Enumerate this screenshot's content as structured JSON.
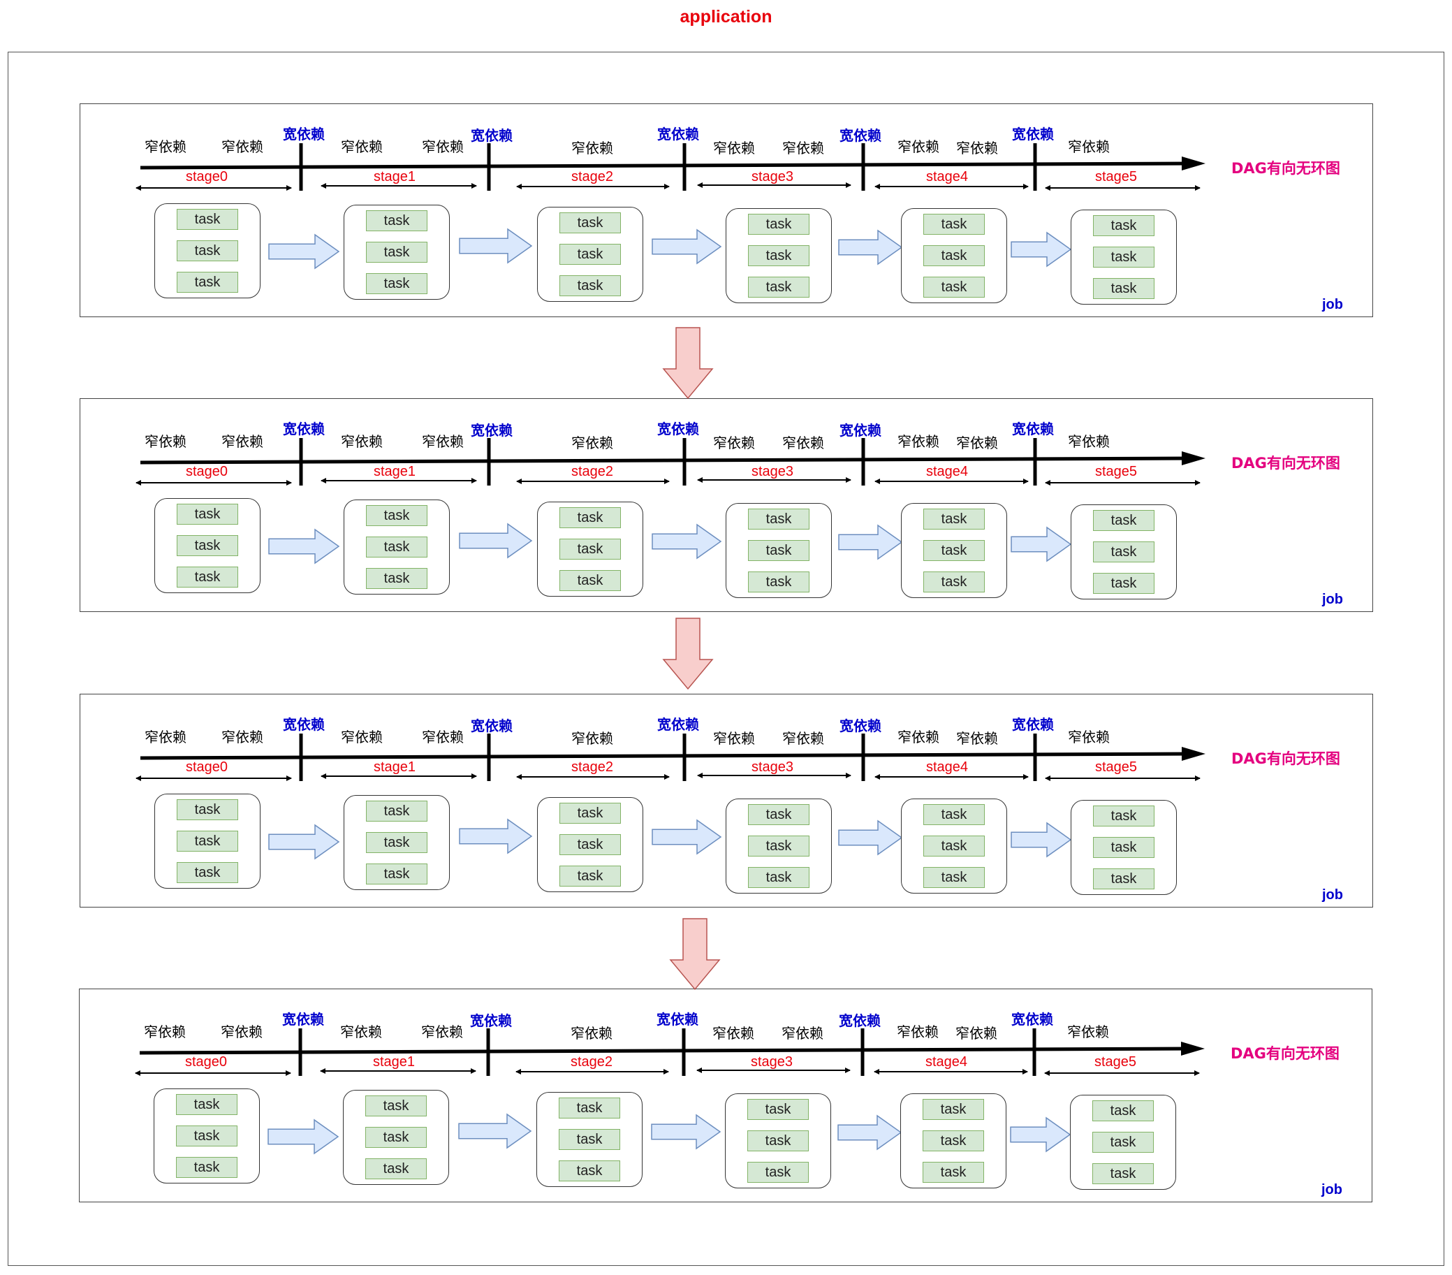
{
  "application_title": "application",
  "colors": {
    "application_title": "#e8000b",
    "wide_dependency": "#0000cc",
    "stage_label": "#e8000b",
    "dag_label": "#e4007f",
    "job_label": "#0000cc",
    "task_fill": "#d5e8d4",
    "task_border": "#82b366",
    "flow_arrow_fill": "#dae8fc",
    "flow_arrow_border": "#6c8ebf",
    "job_flow_arrow_fill": "#f8cecc",
    "job_flow_arrow_border": "#b85450"
  },
  "dependency_labels": {
    "narrow": "窄依赖",
    "wide": "宽依赖"
  },
  "stages": [
    "stage0",
    "stage1",
    "stage2",
    "stage3",
    "stage4",
    "stage5"
  ],
  "dag_label": "DAG有向无环图",
  "task_label": "task",
  "tasks_per_stage": 3,
  "job_label": "job",
  "job_count": 4
}
